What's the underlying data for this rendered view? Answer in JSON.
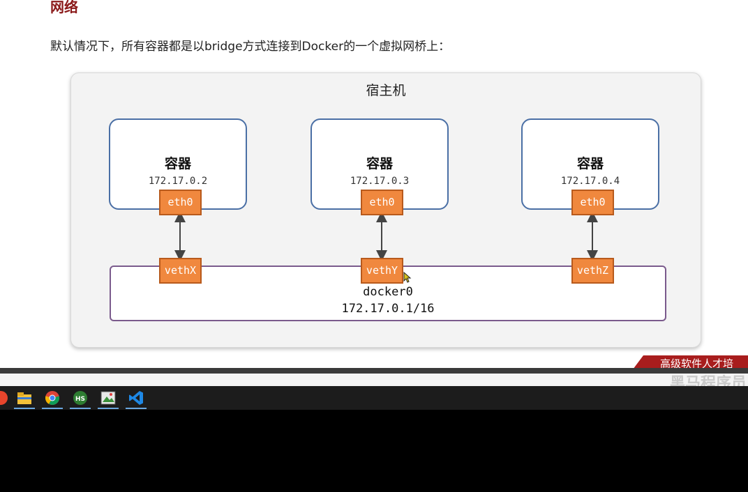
{
  "slide": {
    "heading": "网络",
    "intro": "默认情况下，所有容器都是以bridge方式连接到Docker的一个虚拟网桥上："
  },
  "diagram": {
    "host_label": "宿主机",
    "containers": [
      {
        "label": "容器",
        "ip": "172.17.0.2",
        "iface": "eth0",
        "veth": "vethX"
      },
      {
        "label": "容器",
        "ip": "172.17.0.3",
        "iface": "eth0",
        "veth": "vethY"
      },
      {
        "label": "容器",
        "ip": "172.17.0.4",
        "iface": "eth0",
        "veth": "vethZ"
      }
    ],
    "bridge": {
      "name": "docker0",
      "ip": "172.17.0.1/16"
    }
  },
  "banner": {
    "text": "高级软件人才培"
  },
  "watermark": {
    "text": "黑马程序员"
  },
  "taskbar": {
    "items": [
      "recording-icon",
      "file-explorer-icon",
      "chrome-icon",
      "hs-app-icon",
      "image-viewer-icon",
      "vscode-icon"
    ]
  },
  "colors": {
    "heading": "#8b1a1a",
    "container_border": "#4a6fa5",
    "bridge_border": "#7a5a8c",
    "port_fill": "#f0883e",
    "banner": "#a81d1d"
  }
}
